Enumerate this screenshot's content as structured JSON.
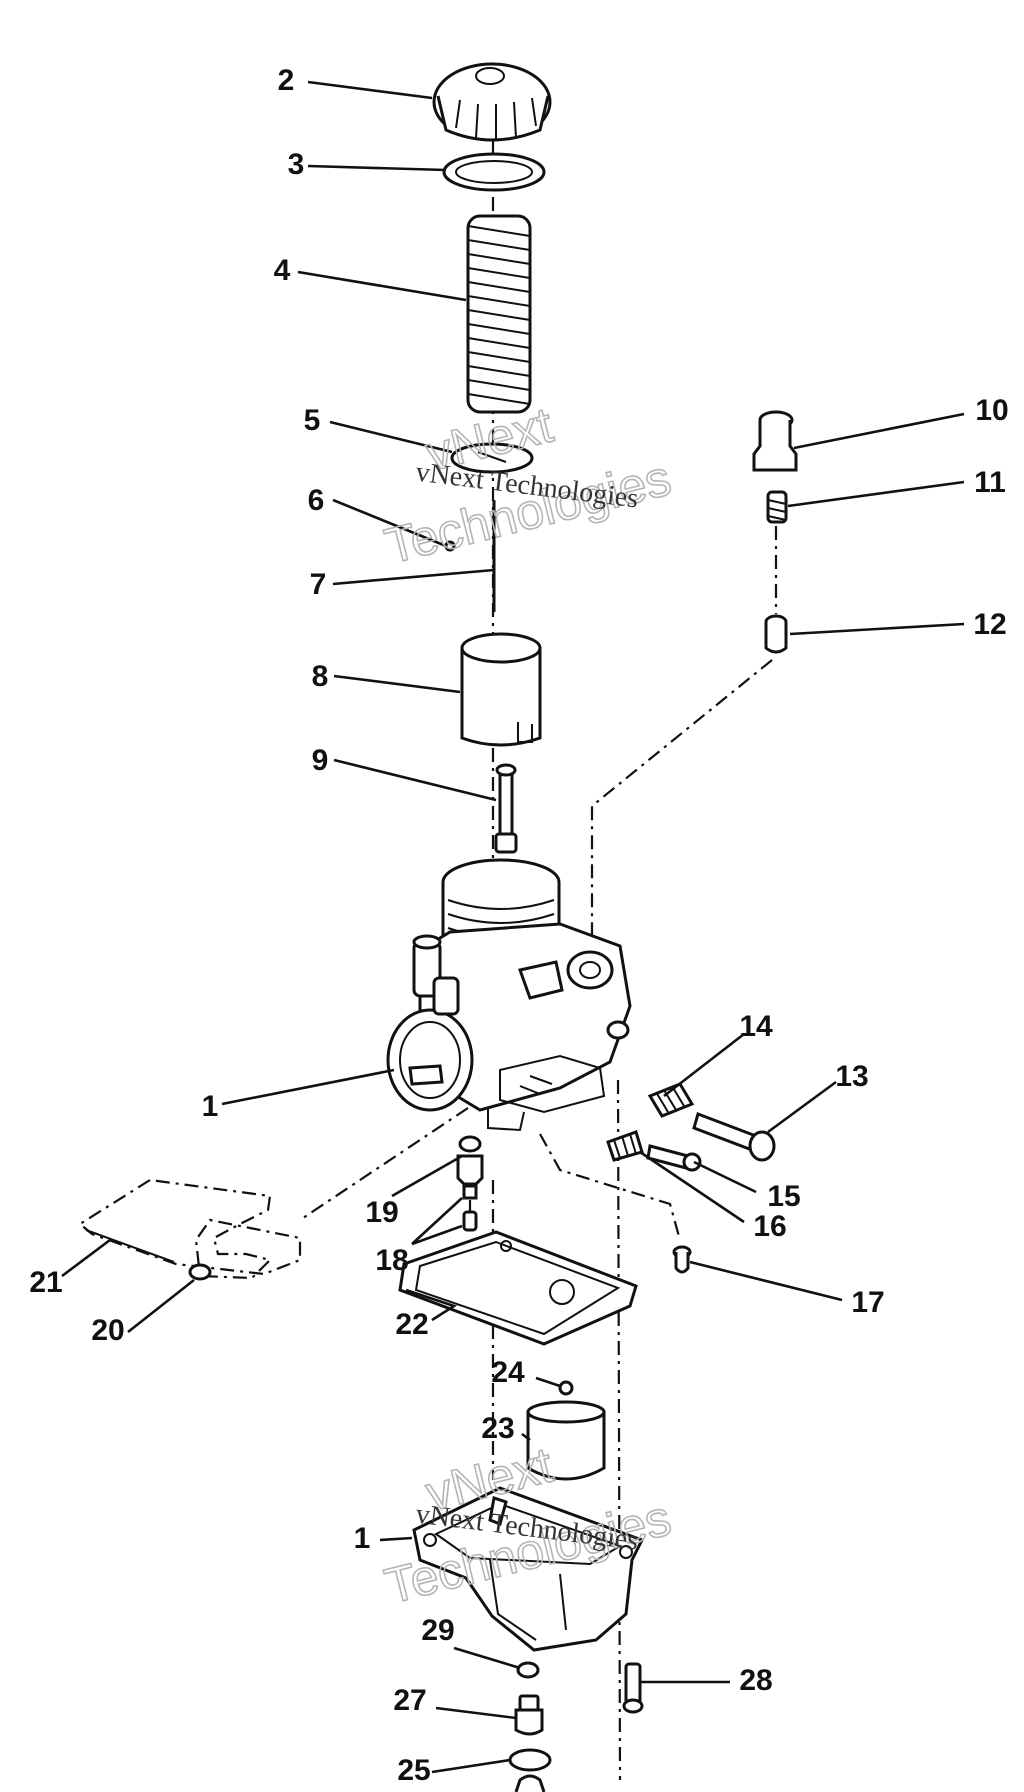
{
  "diagram": {
    "callouts": [
      {
        "id": "2",
        "label": "2"
      },
      {
        "id": "3",
        "label": "3"
      },
      {
        "id": "4",
        "label": "4"
      },
      {
        "id": "5",
        "label": "5"
      },
      {
        "id": "6",
        "label": "6"
      },
      {
        "id": "7",
        "label": "7"
      },
      {
        "id": "8",
        "label": "8"
      },
      {
        "id": "9",
        "label": "9"
      },
      {
        "id": "10",
        "label": "10"
      },
      {
        "id": "11",
        "label": "11"
      },
      {
        "id": "12",
        "label": "12"
      },
      {
        "id": "1a",
        "label": "1"
      },
      {
        "id": "14",
        "label": "14"
      },
      {
        "id": "13",
        "label": "13"
      },
      {
        "id": "15",
        "label": "15"
      },
      {
        "id": "16",
        "label": "16"
      },
      {
        "id": "19",
        "label": "19"
      },
      {
        "id": "18",
        "label": "18"
      },
      {
        "id": "17",
        "label": "17"
      },
      {
        "id": "21",
        "label": "21"
      },
      {
        "id": "20",
        "label": "20"
      },
      {
        "id": "22",
        "label": "22"
      },
      {
        "id": "24",
        "label": "24"
      },
      {
        "id": "23",
        "label": "23"
      },
      {
        "id": "1b",
        "label": "1"
      },
      {
        "id": "29",
        "label": "29"
      },
      {
        "id": "28",
        "label": "28"
      },
      {
        "id": "27",
        "label": "27"
      },
      {
        "id": "25",
        "label": "25"
      }
    ]
  },
  "watermarks": [
    {
      "outline_top": "vNext",
      "outline_bottom": "Technologies",
      "serif": "vNext Technologies"
    },
    {
      "outline_top": "vNext",
      "outline_bottom": "Technologies",
      "serif": "vNext Technologies"
    }
  ],
  "colors": {
    "ink": "#111111",
    "watermark": "#b5b5b5",
    "background": "#ffffff"
  }
}
